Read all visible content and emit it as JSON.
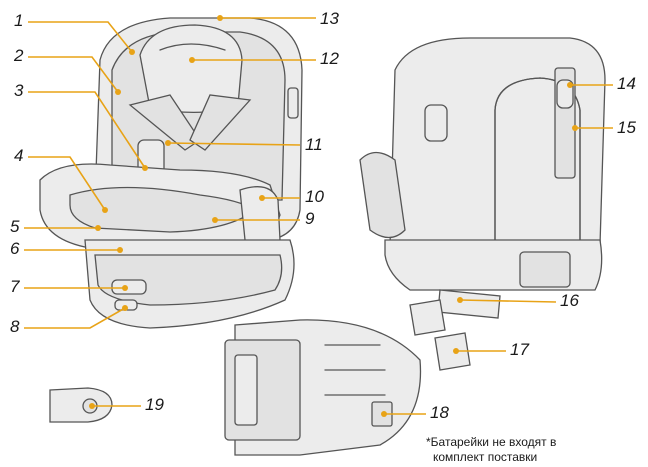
{
  "labels": [
    {
      "id": "1",
      "text": "1"
    },
    {
      "id": "2",
      "text": "2"
    },
    {
      "id": "3",
      "text": "3"
    },
    {
      "id": "4",
      "text": "4"
    },
    {
      "id": "5",
      "text": "5"
    },
    {
      "id": "6",
      "text": "6"
    },
    {
      "id": "7",
      "text": "7"
    },
    {
      "id": "8",
      "text": "8"
    },
    {
      "id": "9",
      "text": "9"
    },
    {
      "id": "10",
      "text": "10"
    },
    {
      "id": "11",
      "text": "11"
    },
    {
      "id": "12",
      "text": "12"
    },
    {
      "id": "13",
      "text": "13"
    },
    {
      "id": "14",
      "text": "14"
    },
    {
      "id": "15",
      "text": "15"
    },
    {
      "id": "16",
      "text": "16"
    },
    {
      "id": "17",
      "text": "17"
    },
    {
      "id": "18",
      "text": "18"
    },
    {
      "id": "19",
      "text": "19"
    }
  ],
  "note": {
    "line1": "*Батарейки не входят в",
    "line2": "комплект поставки"
  },
  "colors": {
    "leader": "#e8a317",
    "label_text": "#1a1a1a"
  }
}
